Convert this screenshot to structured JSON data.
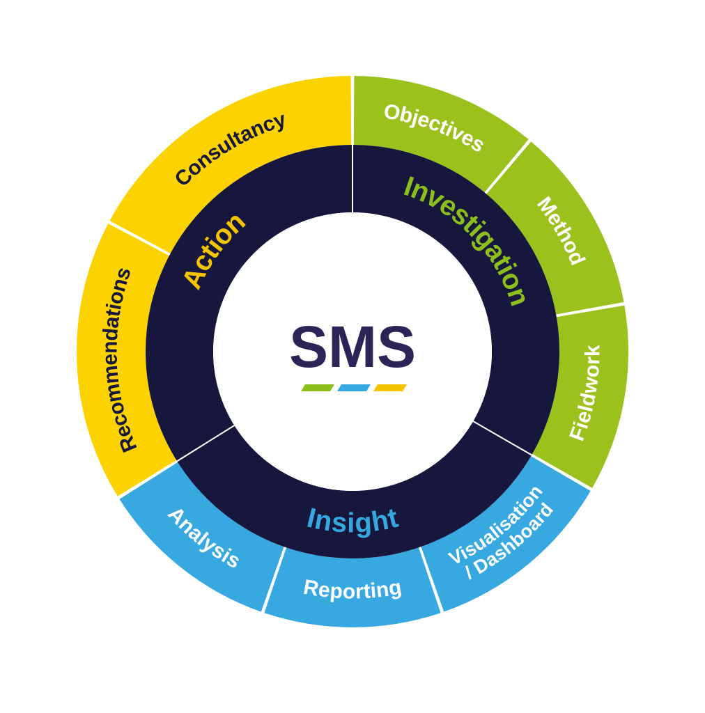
{
  "center": {
    "title": "SMS",
    "title_color": "#2a2457",
    "bar_colors": [
      "#8dbf1c",
      "#35a8e0",
      "#f5c400"
    ]
  },
  "colors": {
    "dark": "#17173d",
    "green": "#9bc21c",
    "blue": "#38a9e0",
    "yellow": "#fcd200",
    "white": "#ffffff",
    "outer_text_on_yellow": "#17173d",
    "outer_text_on_green": "#ffffff",
    "outer_text_on_blue": "#ffffff",
    "inner_text_action": "#f5c400",
    "inner_text_investigation": "#8dbf1c",
    "inner_text_insight": "#35a8e0"
  },
  "phases": [
    {
      "name": "Investigation",
      "color_key": "green",
      "text_color_key": "inner_text_investigation",
      "steps": [
        "Objectives",
        "Method",
        "Fieldwork"
      ]
    },
    {
      "name": "Insight",
      "color_key": "blue",
      "text_color_key": "inner_text_insight",
      "steps": [
        "Visualisation / Dashboard",
        "Reporting",
        "Analysis"
      ]
    },
    {
      "name": "Action",
      "color_key": "yellow",
      "text_color_key": "inner_text_action",
      "steps": [
        "Recommendations",
        "Consultancy"
      ]
    }
  ]
}
